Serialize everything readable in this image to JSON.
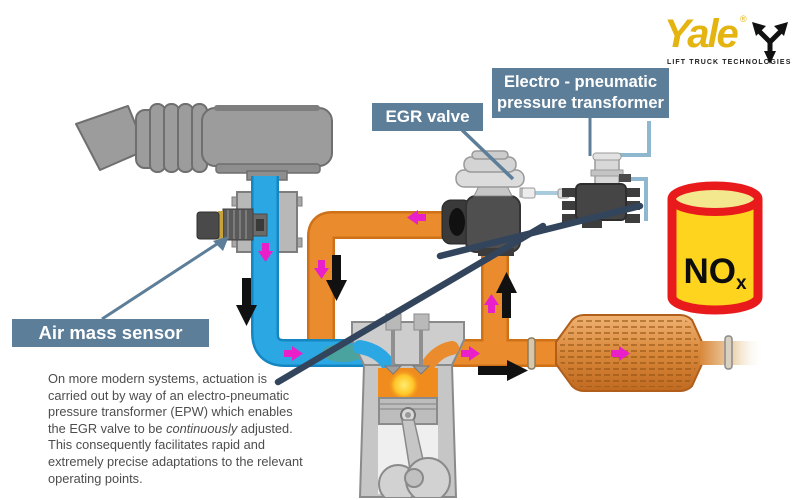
{
  "brand": {
    "name": "Yale",
    "registered": "®",
    "tagline": "LIFT TRUCK TECHNOLOGIES",
    "icon": "yale-trident-icon",
    "gold": "#e4b411"
  },
  "labels": {
    "egr_valve": "EGR valve",
    "epw_line1": "Electro - pneumatic",
    "epw_line2": "pressure transformer",
    "air_mass_sensor": "Air mass sensor"
  },
  "nox": {
    "main": "NO",
    "sub": "x"
  },
  "paragraph": {
    "l1": "On more modern systems, actuation is",
    "l2": "carried out by way of an electro-pneumatic",
    "l3": "pressure transformer (EPW) which enables",
    "l4_pre": "the EGR valve to be ",
    "l4_italic": "continuously",
    "l4_post": " adjusted.",
    "l5": "This consequently facilitates rapid and",
    "l6": "extremely precise adaptations to the relevant",
    "l7": "operating points."
  },
  "colors": {
    "label_bg": "#5d7e99",
    "fresh_air_pipe": "#2ba7e3",
    "exhaust_pipe": "#ea8b2d",
    "flow_arrow": "#e91fc9",
    "direction_arrow": "#111111",
    "nox_fill": "#ffd41e",
    "nox_border": "#e81a1b",
    "catalyst": "#d9883a",
    "linkage_rod": "#32455c",
    "pneumatic_line": "#8fb8d0"
  }
}
